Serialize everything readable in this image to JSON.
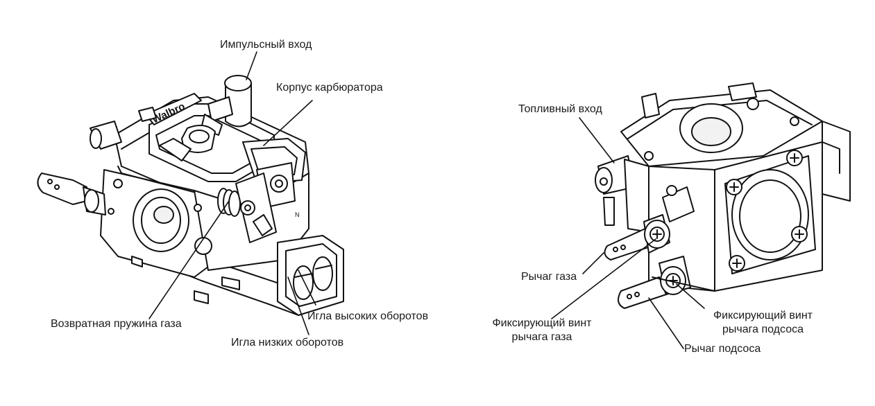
{
  "figure": {
    "left_view": {
      "brand_mark": "Walbro",
      "labels": {
        "impulse_inlet": "Импульсный вход",
        "carb_body": "Корпус карбюратора",
        "throttle_return_spring": "Возвратная пружина газа",
        "high_speed_needle": "Игла высоких оборотов",
        "low_speed_needle": "Игла низких оборотов"
      }
    },
    "right_view": {
      "labels": {
        "fuel_inlet": "Топливный вход",
        "throttle_lever": "Рычаг газа",
        "throttle_lever_screw_line1": "Фиксирующий винт",
        "throttle_lever_screw_line2": "рычага газа",
        "choke_lever_screw_line1": "Фиксирующий винт",
        "choke_lever_screw_line2": "рычага подсоса",
        "choke_lever": "Рычаг подсоса"
      }
    }
  }
}
